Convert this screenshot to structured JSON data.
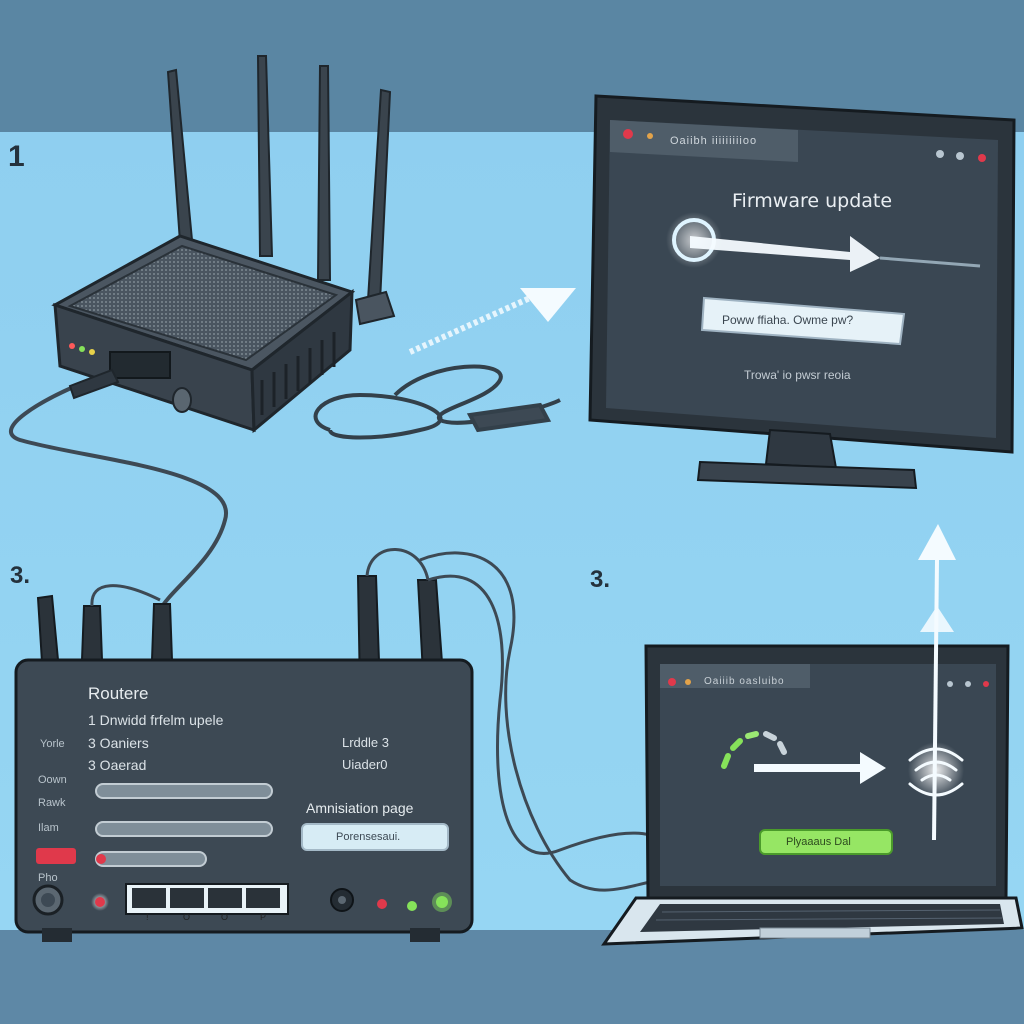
{
  "steps": [
    "1",
    "3.",
    "3."
  ],
  "monitor": {
    "tab_label": "Oaiibh iiiiiiiiioo",
    "title": "Firmware update",
    "button_label": "Poww ffiaha.    Owme pw?",
    "hint": "Trowa' io pwsr reoia"
  },
  "router_panel": {
    "title": "Routere",
    "items": [
      "1  Dnwidd frfelm upele",
      "3  Oaniers",
      "3  Oaerad"
    ],
    "side_labels": [
      "Yorle",
      "Oown",
      "Rawk",
      "Ilam",
      "Pho"
    ],
    "right_labels": [
      "Lrddle 3",
      "Uiader0"
    ],
    "admin_label": "Amnisiation page",
    "field_text": "Porensesaui.",
    "port_labels": [
      "!",
      "O",
      "O",
      "P"
    ]
  },
  "laptop": {
    "tab_label": "Oaiiib oasluibo",
    "button_label": "Plyaaaus Dal"
  },
  "colors": {
    "background_top": "#5a86a3",
    "sky": "#92d3f1",
    "floor": "#5e88a6",
    "router_body": "#3d4954",
    "screen": "#3a4753",
    "accent_green": "#86e25a",
    "accent_red": "#e0394b",
    "arrow_white": "#f4fbff"
  }
}
